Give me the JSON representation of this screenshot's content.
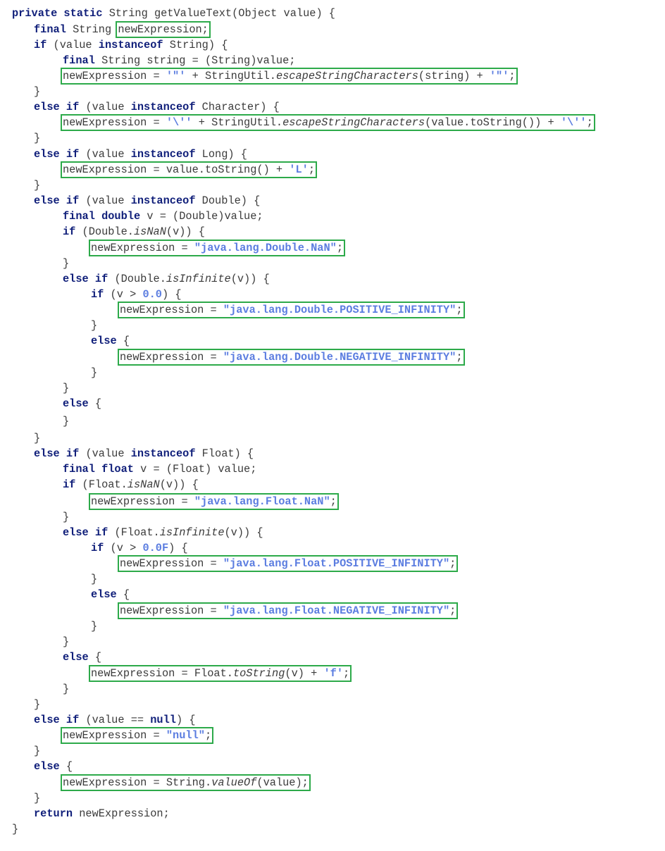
{
  "code": {
    "lines": [
      {
        "indent": 0,
        "tokens": [
          {
            "t": "kw",
            "v": "private static"
          },
          {
            "t": "p",
            "v": " String getValueText(Object value) {"
          }
        ]
      },
      {
        "indent": 1,
        "highlight_from": 2,
        "tokens": [
          {
            "t": "kw",
            "v": "final"
          },
          {
            "t": "p",
            "v": " String "
          },
          {
            "t": "p",
            "v": "newExpression;"
          }
        ]
      },
      {
        "indent": 1,
        "tokens": [
          {
            "t": "kw",
            "v": "if"
          },
          {
            "t": "p",
            "v": " (value "
          },
          {
            "t": "kw",
            "v": "instanceof"
          },
          {
            "t": "p",
            "v": " String) {"
          }
        ]
      },
      {
        "indent": 2,
        "tokens": [
          {
            "t": "kw",
            "v": "final"
          },
          {
            "t": "p",
            "v": " String string = (String)value;"
          }
        ]
      },
      {
        "indent": 2,
        "highlight_from": 0,
        "tokens": [
          {
            "t": "p",
            "v": "newExpression = "
          },
          {
            "t": "str",
            "v": "'\"'"
          },
          {
            "t": "p",
            "v": " + StringUtil."
          },
          {
            "t": "it",
            "v": "escapeStringCharacters"
          },
          {
            "t": "p",
            "v": "(string) + "
          },
          {
            "t": "str",
            "v": "'\"'"
          },
          {
            "t": "p",
            "v": ";"
          }
        ]
      },
      {
        "indent": 1,
        "tokens": [
          {
            "t": "p",
            "v": "}"
          }
        ]
      },
      {
        "indent": 1,
        "tokens": [
          {
            "t": "kw",
            "v": "else if"
          },
          {
            "t": "p",
            "v": " (value "
          },
          {
            "t": "kw",
            "v": "instanceof"
          },
          {
            "t": "p",
            "v": " Character) {"
          }
        ]
      },
      {
        "indent": 2,
        "highlight_from": 0,
        "tokens": [
          {
            "t": "p",
            "v": "newExpression = "
          },
          {
            "t": "str",
            "v": "'\\''"
          },
          {
            "t": "p",
            "v": " + StringUtil."
          },
          {
            "t": "it",
            "v": "escapeStringCharacters"
          },
          {
            "t": "p",
            "v": "(value.toString()) + "
          },
          {
            "t": "str",
            "v": "'\\''"
          },
          {
            "t": "p",
            "v": ";"
          }
        ]
      },
      {
        "indent": 1,
        "tokens": [
          {
            "t": "p",
            "v": "}"
          }
        ]
      },
      {
        "indent": 1,
        "tokens": [
          {
            "t": "kw",
            "v": "else if"
          },
          {
            "t": "p",
            "v": " (value "
          },
          {
            "t": "kw",
            "v": "instanceof"
          },
          {
            "t": "p",
            "v": " Long) {"
          }
        ]
      },
      {
        "indent": 2,
        "highlight_from": 0,
        "tokens": [
          {
            "t": "p",
            "v": "newExpression = value.toString() + "
          },
          {
            "t": "str",
            "v": "'L'"
          },
          {
            "t": "p",
            "v": ";"
          }
        ]
      },
      {
        "indent": 1,
        "tokens": [
          {
            "t": "p",
            "v": "}"
          }
        ]
      },
      {
        "indent": 1,
        "tokens": [
          {
            "t": "kw",
            "v": "else if"
          },
          {
            "t": "p",
            "v": " (value "
          },
          {
            "t": "kw",
            "v": "instanceof"
          },
          {
            "t": "p",
            "v": " Double) {"
          }
        ]
      },
      {
        "indent": 2,
        "tokens": [
          {
            "t": "kw",
            "v": "final double"
          },
          {
            "t": "p",
            "v": " v = (Double)value;"
          }
        ]
      },
      {
        "indent": 2,
        "tokens": [
          {
            "t": "kw",
            "v": "if"
          },
          {
            "t": "p",
            "v": " (Double."
          },
          {
            "t": "it",
            "v": "isNaN"
          },
          {
            "t": "p",
            "v": "(v)) {"
          }
        ]
      },
      {
        "indent": 3,
        "highlight_from": 0,
        "tokens": [
          {
            "t": "p",
            "v": "newExpression = "
          },
          {
            "t": "str",
            "v": "\"java.lang.Double.NaN\""
          },
          {
            "t": "p",
            "v": ";"
          }
        ]
      },
      {
        "indent": 2,
        "tokens": [
          {
            "t": "p",
            "v": "}"
          }
        ]
      },
      {
        "indent": 2,
        "tokens": [
          {
            "t": "kw",
            "v": "else if"
          },
          {
            "t": "p",
            "v": " (Double."
          },
          {
            "t": "it",
            "v": "isInfinite"
          },
          {
            "t": "p",
            "v": "(v)) {"
          }
        ]
      },
      {
        "indent": 3,
        "tokens": [
          {
            "t": "kw",
            "v": "if"
          },
          {
            "t": "p",
            "v": " (v > "
          },
          {
            "t": "num",
            "v": "0.0"
          },
          {
            "t": "p",
            "v": ") {"
          }
        ]
      },
      {
        "indent": 4,
        "highlight_from": 0,
        "tokens": [
          {
            "t": "p",
            "v": "newExpression = "
          },
          {
            "t": "str",
            "v": "\"java.lang.Double.POSITIVE_INFINITY\""
          },
          {
            "t": "p",
            "v": ";"
          }
        ]
      },
      {
        "indent": 3,
        "tokens": [
          {
            "t": "p",
            "v": "}"
          }
        ]
      },
      {
        "indent": 3,
        "tokens": [
          {
            "t": "kw",
            "v": "else"
          },
          {
            "t": "p",
            "v": " {"
          }
        ]
      },
      {
        "indent": 4,
        "highlight_from": 0,
        "tokens": [
          {
            "t": "p",
            "v": "newExpression = "
          },
          {
            "t": "str",
            "v": "\"java.lang.Double.NEGATIVE_INFINITY\""
          },
          {
            "t": "p",
            "v": ";"
          }
        ]
      },
      {
        "indent": 3,
        "tokens": [
          {
            "t": "p",
            "v": "}"
          }
        ]
      },
      {
        "indent": 2,
        "tokens": [
          {
            "t": "p",
            "v": "}"
          }
        ]
      },
      {
        "indent": 2,
        "tokens": [
          {
            "t": "kw",
            "v": "else"
          },
          {
            "t": "p",
            "v": " {"
          }
        ]
      },
      {
        "indent": 2,
        "tokens": [
          {
            "t": "p",
            "v": "}"
          }
        ]
      },
      {
        "indent": 1,
        "tokens": [
          {
            "t": "p",
            "v": "}"
          }
        ]
      },
      {
        "indent": 1,
        "tokens": [
          {
            "t": "kw",
            "v": "else if"
          },
          {
            "t": "p",
            "v": " (value "
          },
          {
            "t": "kw",
            "v": "instanceof"
          },
          {
            "t": "p",
            "v": " Float) {"
          }
        ]
      },
      {
        "indent": 2,
        "tokens": [
          {
            "t": "kw",
            "v": "final float"
          },
          {
            "t": "p",
            "v": " v = (Float) value;"
          }
        ]
      },
      {
        "indent": 2,
        "tokens": [
          {
            "t": "kw",
            "v": "if"
          },
          {
            "t": "p",
            "v": " (Float."
          },
          {
            "t": "it",
            "v": "isNaN"
          },
          {
            "t": "p",
            "v": "(v)) {"
          }
        ]
      },
      {
        "indent": 3,
        "highlight_from": 0,
        "tokens": [
          {
            "t": "p",
            "v": "newExpression = "
          },
          {
            "t": "str",
            "v": "\"java.lang.Float.NaN\""
          },
          {
            "t": "p",
            "v": ";"
          }
        ]
      },
      {
        "indent": 2,
        "tokens": [
          {
            "t": "p",
            "v": "}"
          }
        ]
      },
      {
        "indent": 2,
        "tokens": [
          {
            "t": "kw",
            "v": "else if"
          },
          {
            "t": "p",
            "v": " (Float."
          },
          {
            "t": "it",
            "v": "isInfinite"
          },
          {
            "t": "p",
            "v": "(v)) {"
          }
        ]
      },
      {
        "indent": 3,
        "tokens": [
          {
            "t": "kw",
            "v": "if"
          },
          {
            "t": "p",
            "v": " (v > "
          },
          {
            "t": "num",
            "v": "0.0F"
          },
          {
            "t": "p",
            "v": ") {"
          }
        ]
      },
      {
        "indent": 4,
        "highlight_from": 0,
        "tokens": [
          {
            "t": "p",
            "v": "newExpression = "
          },
          {
            "t": "str",
            "v": "\"java.lang.Float.POSITIVE_INFINITY\""
          },
          {
            "t": "p",
            "v": ";"
          }
        ]
      },
      {
        "indent": 3,
        "tokens": [
          {
            "t": "p",
            "v": "}"
          }
        ]
      },
      {
        "indent": 3,
        "tokens": [
          {
            "t": "kw",
            "v": "else"
          },
          {
            "t": "p",
            "v": " {"
          }
        ]
      },
      {
        "indent": 4,
        "highlight_from": 0,
        "tokens": [
          {
            "t": "p",
            "v": "newExpression = "
          },
          {
            "t": "str",
            "v": "\"java.lang.Float.NEGATIVE_INFINITY\""
          },
          {
            "t": "p",
            "v": ";"
          }
        ]
      },
      {
        "indent": 3,
        "tokens": [
          {
            "t": "p",
            "v": "}"
          }
        ]
      },
      {
        "indent": 2,
        "tokens": [
          {
            "t": "p",
            "v": "}"
          }
        ]
      },
      {
        "indent": 2,
        "tokens": [
          {
            "t": "kw",
            "v": "else"
          },
          {
            "t": "p",
            "v": " {"
          }
        ]
      },
      {
        "indent": 3,
        "highlight_from": 0,
        "tokens": [
          {
            "t": "p",
            "v": "newExpression = Float."
          },
          {
            "t": "it",
            "v": "toString"
          },
          {
            "t": "p",
            "v": "(v) + "
          },
          {
            "t": "str",
            "v": "'f'"
          },
          {
            "t": "p",
            "v": ";"
          }
        ]
      },
      {
        "indent": 2,
        "tokens": [
          {
            "t": "p",
            "v": "}"
          }
        ]
      },
      {
        "indent": 1,
        "tokens": [
          {
            "t": "p",
            "v": "}"
          }
        ]
      },
      {
        "indent": 1,
        "tokens": [
          {
            "t": "kw",
            "v": "else if"
          },
          {
            "t": "p",
            "v": " (value == "
          },
          {
            "t": "kw",
            "v": "null"
          },
          {
            "t": "p",
            "v": ") {"
          }
        ]
      },
      {
        "indent": 2,
        "highlight_from": 0,
        "tokens": [
          {
            "t": "p",
            "v": "newExpression = "
          },
          {
            "t": "str",
            "v": "\"null\""
          },
          {
            "t": "p",
            "v": ";"
          }
        ]
      },
      {
        "indent": 1,
        "tokens": [
          {
            "t": "p",
            "v": "}"
          }
        ]
      },
      {
        "indent": 1,
        "tokens": [
          {
            "t": "kw",
            "v": "else"
          },
          {
            "t": "p",
            "v": " {"
          }
        ]
      },
      {
        "indent": 2,
        "highlight_from": 0,
        "tokens": [
          {
            "t": "p",
            "v": "newExpression = String."
          },
          {
            "t": "it",
            "v": "valueOf"
          },
          {
            "t": "p",
            "v": "(value);"
          }
        ]
      },
      {
        "indent": 1,
        "tokens": [
          {
            "t": "p",
            "v": "}"
          }
        ]
      },
      {
        "indent": 1,
        "tokens": [
          {
            "t": "kw",
            "v": "return"
          },
          {
            "t": "p",
            "v": " newExpression;"
          }
        ]
      },
      {
        "indent": 0,
        "tokens": [
          {
            "t": "p",
            "v": "}"
          }
        ]
      }
    ]
  },
  "colors": {
    "keyword": "#101f7a",
    "string_literal": "#5b7de0",
    "plain": "#3b3b3b",
    "highlight_box": "#2daa4a"
  }
}
